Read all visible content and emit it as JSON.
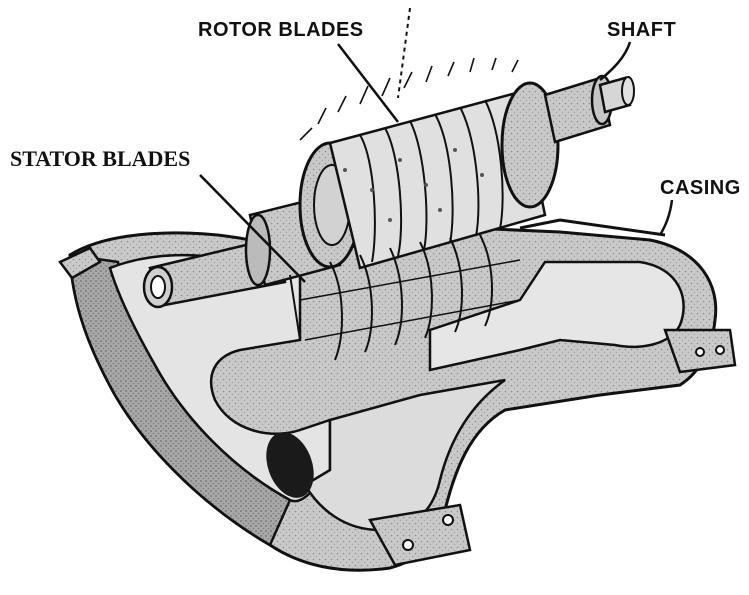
{
  "diagram": {
    "labels": {
      "rotor_blades": "ROTOR  BLADES",
      "shaft": "SHAFT",
      "stator_blades": "STATOR BLADES",
      "casing": "CASING"
    },
    "colors": {
      "ink": "#111111",
      "casing_fill": "#c9c9c9",
      "casing_shadow": "#9a9a9a",
      "shaft_fill": "#bdbdbd",
      "background": "#ffffff"
    }
  }
}
